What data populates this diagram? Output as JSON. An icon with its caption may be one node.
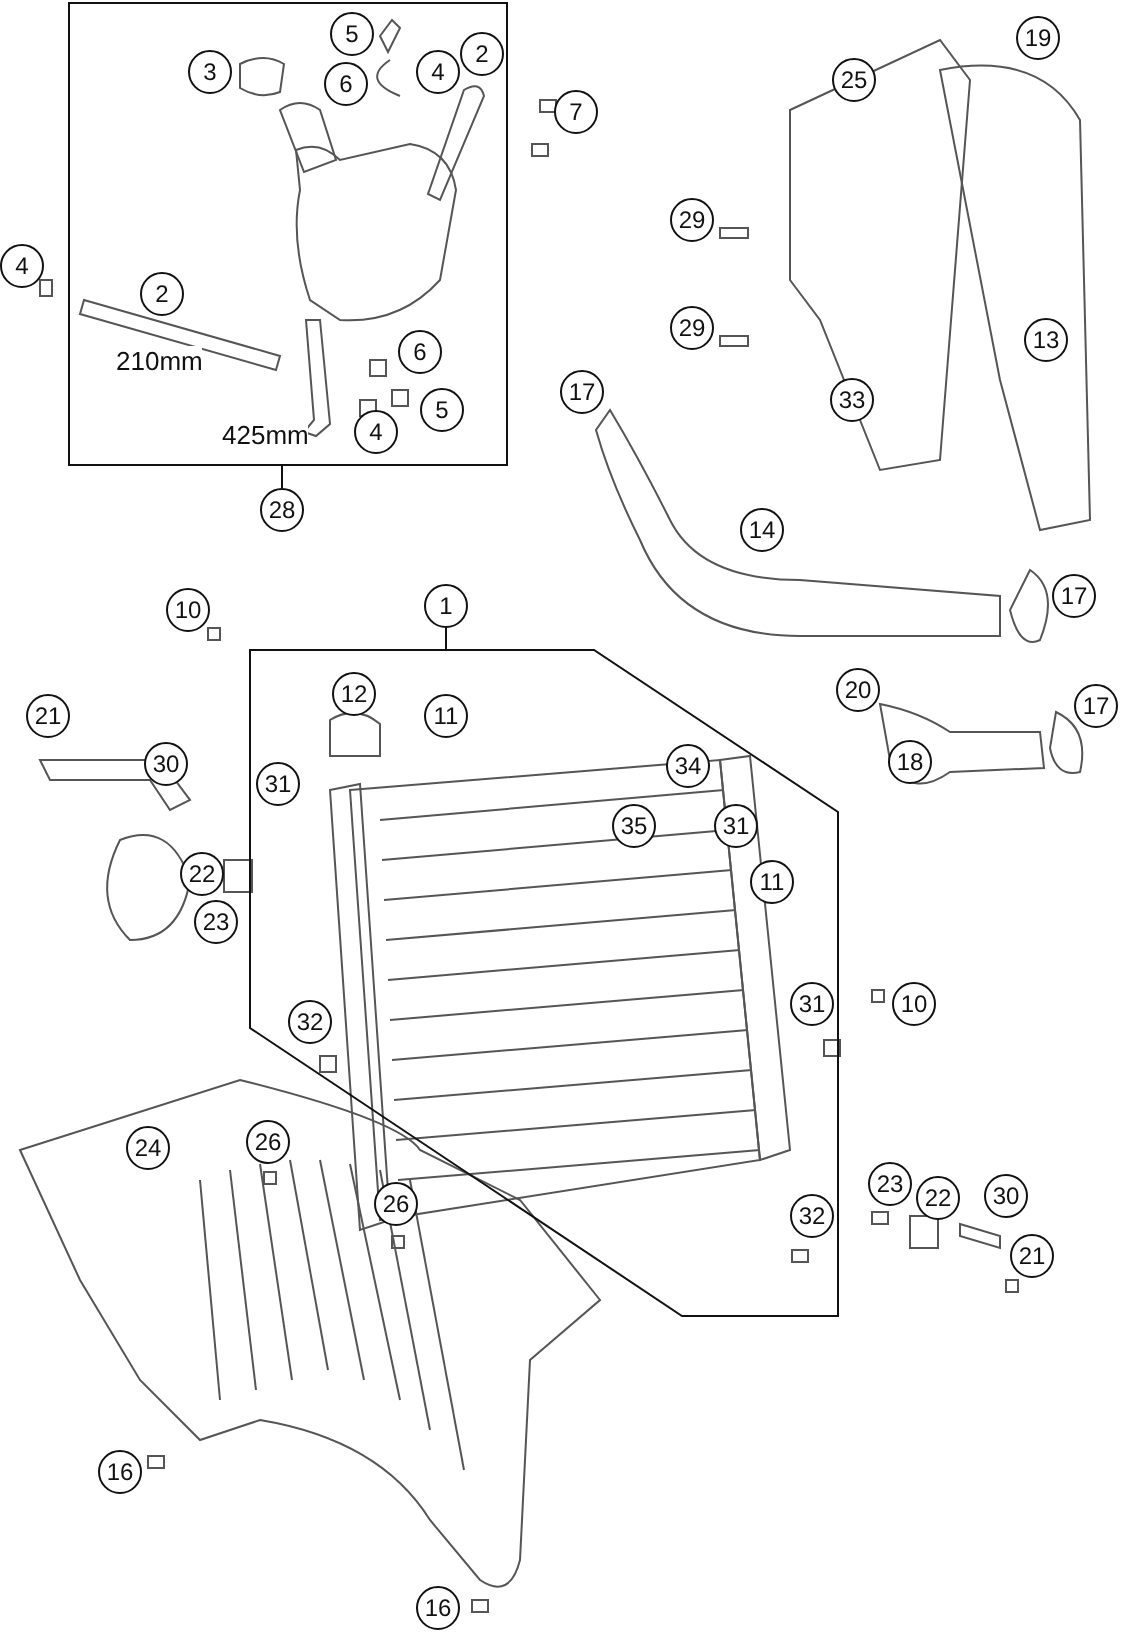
{
  "diagram": {
    "nodes": [
      {
        "text": [],
        "shape": "box"
      },
      {
        "text": [
          "5"
        ],
        "in": 0
      },
      {
        "text": [
          "2"
        ],
        "in": 0
      },
      {
        "text": [
          "3"
        ],
        "in": 0
      },
      {
        "text": [
          "6"
        ],
        "in": 0
      },
      {
        "text": [
          "4"
        ],
        "in": 0
      },
      {
        "text": [
          "7"
        ]
      },
      {
        "text": [
          "2"
        ],
        "in": 0
      },
      {
        "text": [
          "6"
        ],
        "in": 0
      },
      {
        "text": [
          "5"
        ],
        "in": 0
      },
      {
        "text": [
          "4"
        ],
        "in": 0
      },
      {
        "text": [
          "4"
        ]
      },
      {
        "text": [
          "28"
        ]
      },
      {
        "text": [
          "19"
        ]
      },
      {
        "text": [
          "25"
        ]
      },
      {
        "text": [
          "29"
        ]
      },
      {
        "text": [
          "29"
        ]
      },
      {
        "text": [
          "13"
        ]
      },
      {
        "text": [
          "33"
        ]
      },
      {
        "text": [
          "17"
        ]
      },
      {
        "text": [
          "14"
        ]
      },
      {
        "text": [
          "17"
        ]
      },
      {
        "text": [],
        "shape": "polygon"
      },
      {
        "text": [
          "1"
        ]
      },
      {
        "text": [
          "10"
        ]
      },
      {
        "text": [
          "21"
        ]
      },
      {
        "text": [
          "12"
        ],
        "in": 22
      },
      {
        "text": [
          "11"
        ],
        "in": 22
      },
      {
        "text": [
          "30"
        ]
      },
      {
        "text": [
          "31"
        ],
        "in": 22
      },
      {
        "text": [
          "34"
        ],
        "in": 22
      },
      {
        "text": [
          "35"
        ],
        "in": 22
      },
      {
        "text": [
          "31"
        ],
        "in": 22
      },
      {
        "text": [
          "20"
        ]
      },
      {
        "text": [
          "17"
        ]
      },
      {
        "text": [
          "18"
        ]
      },
      {
        "text": [
          "11"
        ],
        "in": 22
      },
      {
        "text": [
          "22"
        ]
      },
      {
        "text": [
          "23"
        ]
      },
      {
        "text": [
          "10"
        ]
      },
      {
        "text": [
          "31"
        ],
        "in": 22
      },
      {
        "text": [
          "32"
        ],
        "in": 22
      },
      {
        "text": [
          "24"
        ]
      },
      {
        "text": [
          "26"
        ]
      },
      {
        "text": [
          "26"
        ]
      },
      {
        "text": [
          "23"
        ]
      },
      {
        "text": [
          "22"
        ]
      },
      {
        "text": [
          "30"
        ]
      },
      {
        "text": [
          "21"
        ]
      },
      {
        "text": [
          "32"
        ],
        "in": 22
      },
      {
        "text": [
          "16"
        ]
      },
      {
        "text": [
          "16"
        ]
      }
    ],
    "edges": [
      {
        "from": 12,
        "to": 0,
        "arrow": "none"
      },
      {
        "from": 23,
        "to": 22,
        "arrow": "none"
      }
    ],
    "labels": [
      "210mm",
      "425mm"
    ]
  }
}
